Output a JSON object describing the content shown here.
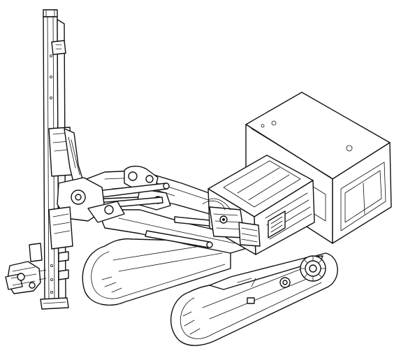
{
  "figure": {
    "subject": "crawler-drill-rig-line-drawing",
    "palette": {
      "line": "#111111",
      "background": "#ffffff"
    },
    "parts": [
      "vertical-mast",
      "drill-head-gripper",
      "articulated-boom",
      "hydraulic-cylinders",
      "engine-housing",
      "operator-cab",
      "front-crawler-track",
      "rear-crawler-track",
      "track-sprocket"
    ]
  }
}
